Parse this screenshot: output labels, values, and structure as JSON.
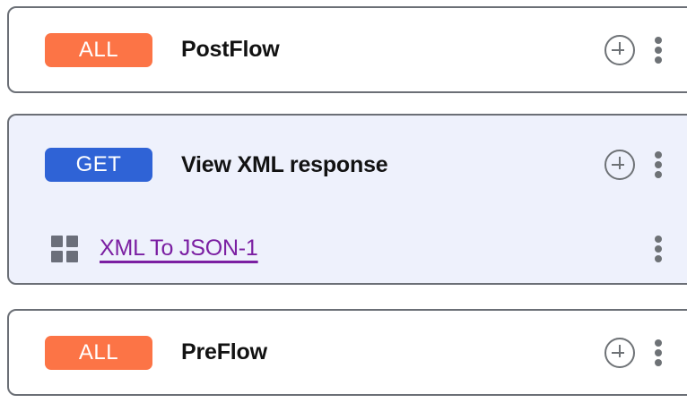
{
  "page": {
    "background_color": "#ffffff",
    "selected_card_color": "#eef1fc",
    "card_border_color": "#6b6f76"
  },
  "icons": {
    "add_step": "plus-circle-icon",
    "more_options": "kebab-menu-icon",
    "policy": "grid-squares-icon"
  },
  "flows": [
    {
      "method": "ALL",
      "method_color": "#fc7446",
      "name": "PostFlow",
      "selected": false,
      "steps": []
    },
    {
      "method": "GET",
      "method_color": "#2f63d6",
      "name": "View XML response",
      "selected": true,
      "steps": [
        {
          "label": "XML To JSON-1",
          "color": "#7b1fa2"
        }
      ]
    },
    {
      "method": "ALL",
      "method_color": "#fc7446",
      "name": "PreFlow",
      "selected": false,
      "steps": []
    }
  ]
}
